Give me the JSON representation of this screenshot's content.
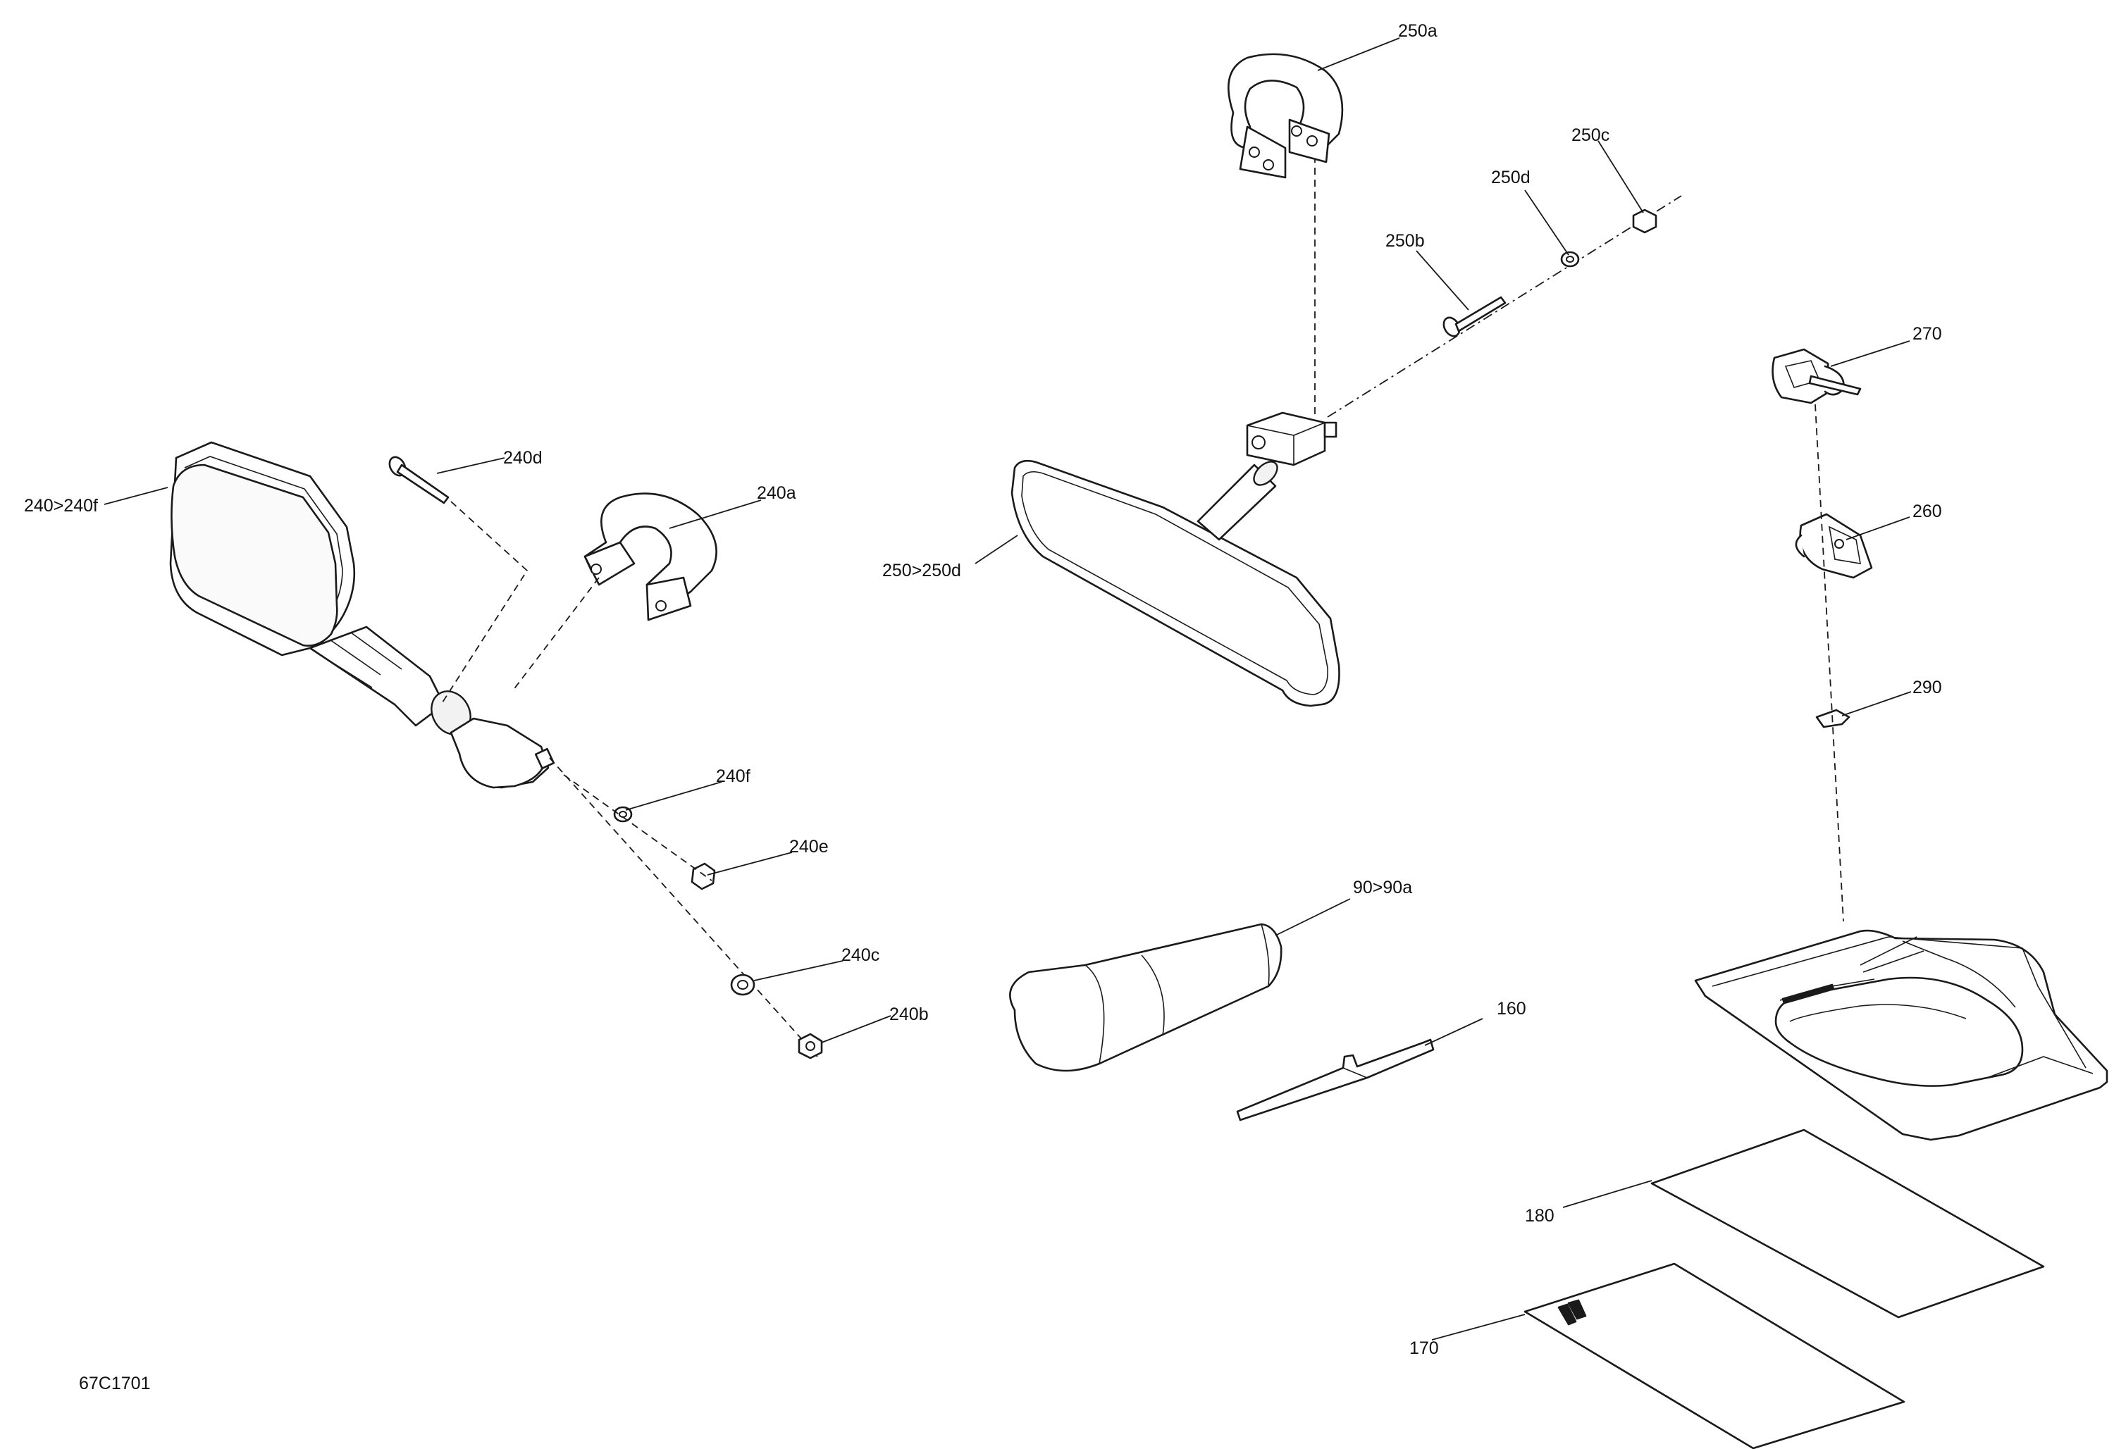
{
  "diagram_code": "67C1701",
  "callouts": [
    {
      "id": "240_240f",
      "label": "240>240f"
    },
    {
      "id": "240d",
      "label": "240d"
    },
    {
      "id": "240a",
      "label": "240a"
    },
    {
      "id": "240f",
      "label": "240f"
    },
    {
      "id": "240e",
      "label": "240e"
    },
    {
      "id": "240c",
      "label": "240c"
    },
    {
      "id": "240b",
      "label": "240b"
    },
    {
      "id": "250a",
      "label": "250a"
    },
    {
      "id": "250c",
      "label": "250c"
    },
    {
      "id": "250d",
      "label": "250d"
    },
    {
      "id": "250b",
      "label": "250b"
    },
    {
      "id": "250_250d",
      "label": "250>250d"
    },
    {
      "id": "270",
      "label": "270"
    },
    {
      "id": "260",
      "label": "260"
    },
    {
      "id": "290",
      "label": "290"
    },
    {
      "id": "90_90a",
      "label": "90>90a"
    },
    {
      "id": "160",
      "label": "160"
    },
    {
      "id": "180",
      "label": "180"
    },
    {
      "id": "170",
      "label": "170"
    }
  ]
}
